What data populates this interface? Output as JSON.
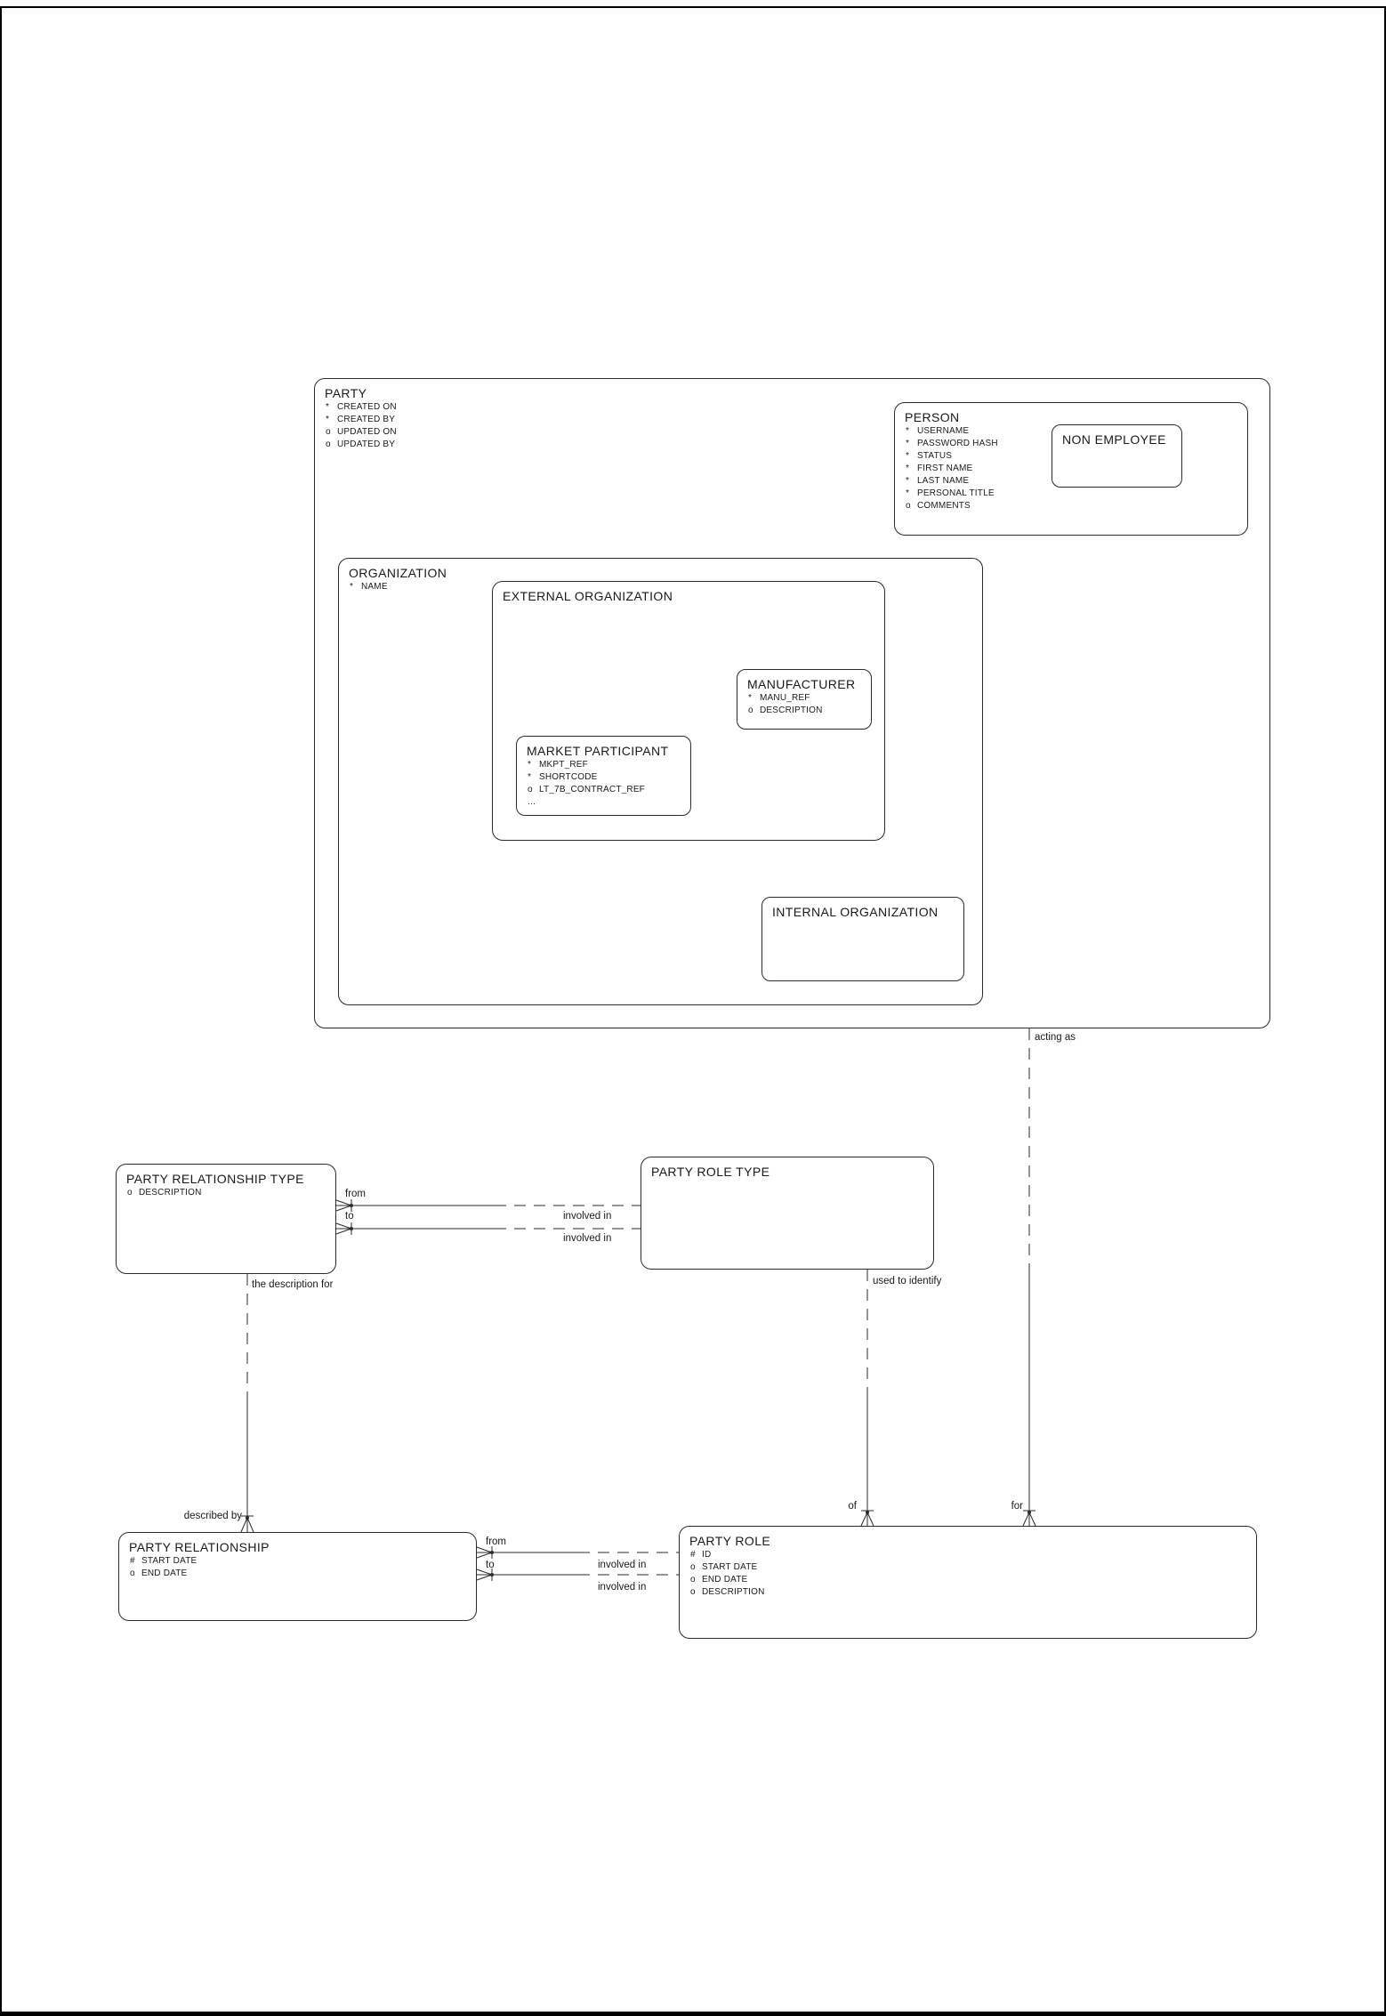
{
  "entities": [
    {
      "name": "PARTY",
      "attrs": [
        {
          "m": "*",
          "label": "CREATED ON"
        },
        {
          "m": "*",
          "label": "CREATED BY"
        },
        {
          "m": "o",
          "label": "UPDATED ON"
        },
        {
          "m": "o",
          "label": "UPDATED BY"
        }
      ]
    },
    {
      "name": "PERSON",
      "attrs": [
        {
          "m": "*",
          "label": "USERNAME"
        },
        {
          "m": "*",
          "label": "PASSWORD HASH"
        },
        {
          "m": "*",
          "label": "STATUS"
        },
        {
          "m": "*",
          "label": "FIRST NAME"
        },
        {
          "m": "*",
          "label": "LAST NAME"
        },
        {
          "m": "*",
          "label": "PERSONAL TITLE"
        },
        {
          "m": "o",
          "label": "COMMENTS"
        }
      ]
    },
    {
      "name": "NON EMPLOYEE",
      "attrs": []
    },
    {
      "name": "ORGANIZATION",
      "attrs": [
        {
          "m": "*",
          "label": "NAME"
        }
      ]
    },
    {
      "name": "EXTERNAL ORGANIZATION",
      "attrs": []
    },
    {
      "name": "MANUFACTURER",
      "attrs": [
        {
          "m": "*",
          "label": "MANU_REF"
        },
        {
          "m": "o",
          "label": "DESCRIPTION"
        }
      ]
    },
    {
      "name": "MARKET PARTICIPANT",
      "attrs": [
        {
          "m": "*",
          "label": "MKPT_REF"
        },
        {
          "m": "*",
          "label": "SHORTCODE"
        },
        {
          "m": "o",
          "label": "LT_7B_CONTRACT_REF"
        },
        {
          "m": "...",
          "label": ""
        }
      ]
    },
    {
      "name": "INTERNAL ORGANIZATION",
      "attrs": []
    },
    {
      "name": "PARTY RELATIONSHIP TYPE",
      "attrs": [
        {
          "m": "o",
          "label": "DESCRIPTION"
        }
      ]
    },
    {
      "name": "PARTY ROLE TYPE",
      "attrs": []
    },
    {
      "name": "PARTY RELATIONSHIP",
      "attrs": [
        {
          "m": "#",
          "label": "START DATE"
        },
        {
          "m": "o",
          "label": "END DATE"
        }
      ]
    },
    {
      "name": "PARTY ROLE",
      "attrs": [
        {
          "m": "#",
          "label": "ID"
        },
        {
          "m": "o",
          "label": "START DATE"
        },
        {
          "m": "o",
          "label": "END DATE"
        },
        {
          "m": "o",
          "label": "DESCRIPTION"
        }
      ]
    }
  ],
  "labels": {
    "acting_as": "acting as",
    "from_top": "from",
    "to_top": "to",
    "involved_in_top_a": "involved in",
    "involved_in_top_b": "involved in",
    "the_description_for": "the description for",
    "used_to_identify": "used to identify",
    "described_by": "described by",
    "of": "of",
    "for": "for",
    "from_bottom": "from",
    "to_bottom": "to",
    "involved_in_bottom_a": "involved in",
    "involved_in_bottom_b": "involved in"
  },
  "colors": {
    "line": "#2b2b2b",
    "background": "#ffffff"
  }
}
